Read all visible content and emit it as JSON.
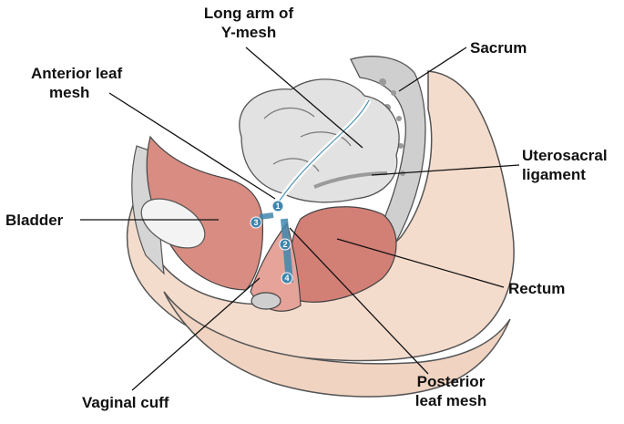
{
  "labels": {
    "long_arm": [
      "Long arm of",
      "Y-mesh"
    ],
    "sacrum": "Sacrum",
    "anterior_leaf": [
      "Anterior leaf",
      "mesh"
    ],
    "uterosacral": [
      "Uterosacral",
      "ligament"
    ],
    "bladder": "Bladder",
    "rectum": "Rectum",
    "posterior_leaf": [
      "Posterior",
      "leaf mesh"
    ],
    "vaginal_cuff": "Vaginal cuff"
  },
  "markers": [
    "1",
    "2",
    "3",
    "4"
  ],
  "colors": {
    "skin": "#f2d9c9",
    "muscle": "#d9867c",
    "bowel": "#d8d8d8",
    "bone": "#c9c9c9",
    "mesh": "#4a8fb0",
    "badge": "#3e86ad"
  }
}
